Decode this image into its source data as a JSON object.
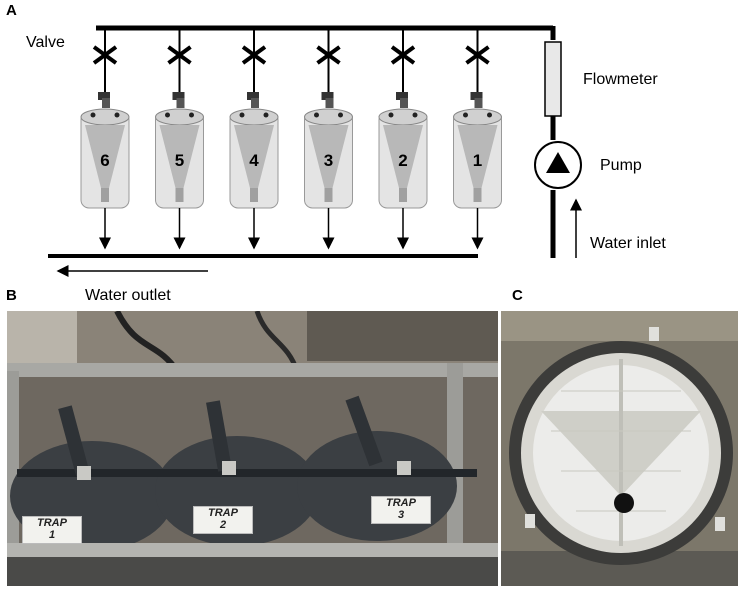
{
  "panels": {
    "a": "A",
    "b": "B",
    "c": "C"
  },
  "schematic": {
    "valve_label": "Valve",
    "flowmeter_label": "Flowmeter",
    "pump_label": "Pump",
    "water_inlet_label": "Water inlet",
    "water_outlet_label": "Water outlet",
    "trap_numbers": [
      "6",
      "5",
      "4",
      "3",
      "2",
      "1"
    ]
  },
  "photo_b": {
    "traps": [
      {
        "line1": "TRAP",
        "line2": "1"
      },
      {
        "line1": "TRAP",
        "line2": "2"
      },
      {
        "line1": "TRAP",
        "line2": "3"
      }
    ]
  },
  "colors": {
    "trap_body": "#e4e4e4",
    "cone": "#b8b8b8",
    "frame": "#9a9a9a",
    "lid_dark": "#3a3d40"
  }
}
